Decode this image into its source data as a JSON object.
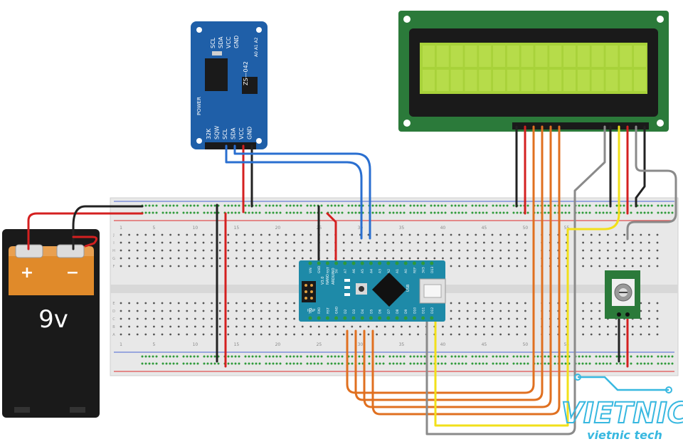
{
  "battery": {
    "plus": "+",
    "minus": "−",
    "voltage": "9v"
  },
  "rtc": {
    "top_pins": [
      "SCL",
      "SDA",
      "VCC",
      "GND"
    ],
    "addr": "A0 A1 A2",
    "model": "ZS—042",
    "power": "POWER",
    "bottom_pins": [
      "32K",
      "SQW",
      "SCL",
      "SDA",
      "VCC",
      "GND"
    ]
  },
  "arduino": {
    "brand": "ARDUINO",
    "model": "NANO",
    "version": "V3.0",
    "top_pins": [
      "VIN",
      "GND",
      "RST",
      "5V",
      "A7",
      "A6",
      "A5",
      "A4",
      "A3",
      "A2",
      "A1",
      "A0",
      "REF",
      "3V3",
      "D13"
    ],
    "bottom_pins": [
      "TX1",
      "RX0",
      "RST",
      "GND",
      "D2",
      "D3",
      "D4",
      "D5",
      "D6",
      "D7",
      "D8",
      "D9",
      "D10",
      "D11",
      "D12"
    ],
    "icsp": "ICSP",
    "leds": [
      "TX",
      "RX",
      "PWR",
      "L"
    ],
    "usb": "USB"
  },
  "breadboard": {
    "col_numbers": [
      "1",
      "5",
      "10",
      "15",
      "20",
      "25",
      "30",
      "35",
      "40",
      "45",
      "50",
      "55"
    ],
    "row_letters_top": [
      "J",
      "I",
      "H",
      "G",
      "F"
    ],
    "row_letters_bottom": [
      "E",
      "D",
      "C",
      "B",
      "A"
    ]
  },
  "logo": {
    "name": "VIETNIC",
    "tagline": "vietnic tech"
  },
  "colors": {
    "board_blue": "#1f5fa8",
    "arduino_teal": "#1e8aa8",
    "lcd_green": "#2b7a3a",
    "lcd_screen": "#a8d23a",
    "battery_orange": "#e08a2a",
    "wire_red": "#d42020",
    "wire_black": "#222222",
    "wire_blue": "#2a6fd0",
    "wire_orange": "#e07020",
    "wire_yellow": "#f2e01a",
    "wire_gray": "#8a8a8a",
    "logo_cyan": "#38b8e0"
  }
}
